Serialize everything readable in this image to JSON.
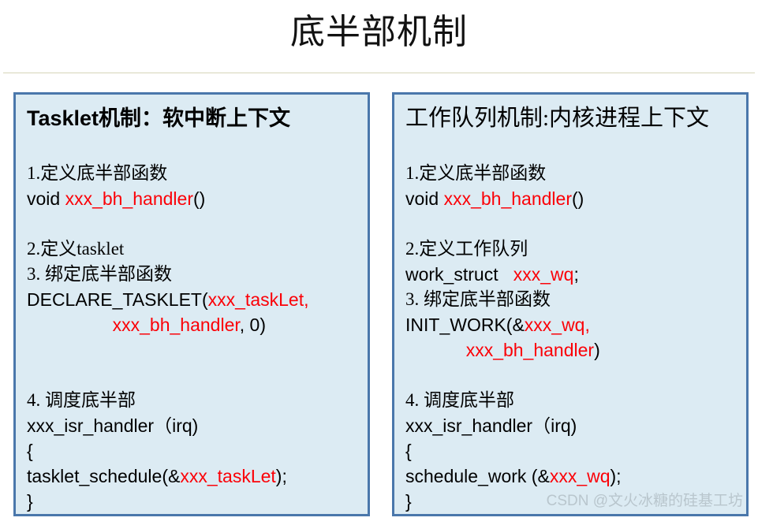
{
  "slide": {
    "title": "底半部机制",
    "watermark": "CSDN @文火冰糖的硅基工坊"
  },
  "colors": {
    "panel_fill": "#dcebf3",
    "panel_border": "#4a77ab",
    "highlight_red": "#fb0007",
    "rule": "#d6d5b8",
    "text": "#000000",
    "watermark": "#b9c6cd"
  },
  "panels": [
    {
      "id": "tasklet",
      "heading": "Tasklet机制：软中断上下文",
      "heading_bold": true,
      "lines": [
        {
          "id": "l1",
          "text": "1.定义底半部函数"
        },
        {
          "id": "l2",
          "black_1": "void ",
          "red_1": "xxx_bh_handler",
          "black_2": "()"
        },
        {
          "id": "l3",
          "text": ""
        },
        {
          "id": "l4",
          "text": "2.定义tasklet"
        },
        {
          "id": "l5",
          "text": "3. 绑定底半部函数"
        },
        {
          "id": "l6",
          "black_1": "DECLARE_TASKLET(",
          "red_1": "xxx_taskLet,",
          "black_2": ""
        },
        {
          "id": "l7",
          "black_1": "                 ",
          "red_1": "xxx_bh_handler",
          "black_2": ", 0)"
        },
        {
          "id": "l8",
          "text": ""
        },
        {
          "id": "l9",
          "text": ""
        },
        {
          "id": "l10",
          "text": "4. 调度底半部"
        },
        {
          "id": "l11",
          "text": "xxx_isr_handler（irq)"
        },
        {
          "id": "l12",
          "text": "{"
        },
        {
          "id": "l13",
          "black_1": "tasklet_schedule(&",
          "red_1": "xxx_taskLet",
          "black_2": ");"
        },
        {
          "id": "l14",
          "text": "}"
        }
      ]
    },
    {
      "id": "workqueue",
      "heading": "工作队列机制:内核进程上下文",
      "heading_bold": false,
      "lines": [
        {
          "id": "r1",
          "text": "1.定义底半部函数"
        },
        {
          "id": "r2",
          "black_1": "void ",
          "red_1": "xxx_bh_handler",
          "black_2": "()"
        },
        {
          "id": "r3",
          "text": ""
        },
        {
          "id": "r4",
          "text": "2.定义工作队列"
        },
        {
          "id": "r5",
          "black_1": "work_struct   ",
          "red_1": "xxx_wq",
          "black_2": ";"
        },
        {
          "id": "r6",
          "text": "3. 绑定底半部函数"
        },
        {
          "id": "r7",
          "black_1": "INIT_WORK(&",
          "red_1": "xxx_wq,",
          "black_2": ""
        },
        {
          "id": "r8",
          "black_1": "            ",
          "red_1": "xxx_bh_handler",
          "black_2": ")"
        },
        {
          "id": "r9",
          "text": ""
        },
        {
          "id": "r10",
          "text": "4. 调度底半部"
        },
        {
          "id": "r11",
          "text": "xxx_isr_handler（irq)"
        },
        {
          "id": "r12",
          "text": "{"
        },
        {
          "id": "r13",
          "black_1": "schedule_work (&",
          "red_1": "xxx_wq",
          "black_2": ");"
        },
        {
          "id": "r14",
          "text": "}"
        }
      ]
    }
  ]
}
